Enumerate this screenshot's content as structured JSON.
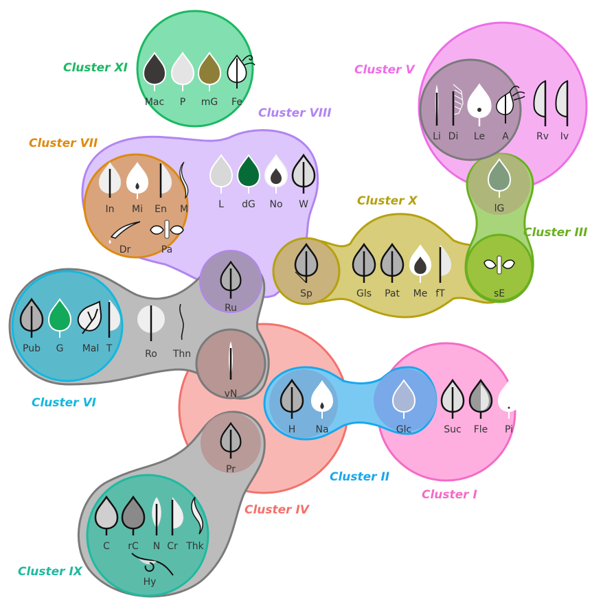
{
  "colors": {
    "c1": "#f36cc4",
    "c1_fill": "#ffaee0",
    "c2": "#18a8ec",
    "c2_fill": "#7ac9f2",
    "c3": "#6aaf1f",
    "c3_fill": "#a8d57a",
    "c4": "#f3716b",
    "c4_fill": "#f9b7b3",
    "c5": "#ee6de6",
    "c5_fill": "#f6b0f2",
    "c6": "#13b7de",
    "c6_fill": "#5bb9cc",
    "c7": "#dd8a12",
    "c7_fill": "#d9a47c",
    "c8": "#b184f2",
    "c8_fill": "#dcc6fb",
    "c9": "#1fb9a0",
    "c9_fill": "#5cbcaa",
    "c10": "#b5a110",
    "c10_fill": "#d8cd7a",
    "c11": "#1bb862",
    "c11_fill": "#82dfb0",
    "grey_fill": "#bcbcbc",
    "grey_stroke": "#7a7a7a"
  },
  "clusters": [
    {
      "id": "I",
      "label": "Cluster I",
      "items": [
        "Suc",
        "Fle",
        "Pi"
      ]
    },
    {
      "id": "II",
      "label": "Cluster II",
      "items": [
        "H",
        "Na",
        "Glc"
      ]
    },
    {
      "id": "III",
      "label": "Cluster III",
      "items": [
        "lG",
        "sE"
      ]
    },
    {
      "id": "IV",
      "label": "Cluster IV",
      "items": [
        "vN",
        "Pr"
      ]
    },
    {
      "id": "V",
      "label": "Cluster V",
      "items": [
        "Li",
        "Di",
        "Le",
        "A",
        "Rv",
        "Iv"
      ]
    },
    {
      "id": "VI",
      "label": "Cluster VI",
      "items": [
        "Pub",
        "G",
        "Mal",
        "T",
        "Ro",
        "Thn"
      ]
    },
    {
      "id": "VII",
      "label": "Cluster VII",
      "items": [
        "In",
        "Mi",
        "En",
        "M",
        "Dr",
        "Pa"
      ]
    },
    {
      "id": "VIII",
      "label": "Cluster VIII",
      "items": [
        "L",
        "dG",
        "No",
        "W",
        "Ru"
      ]
    },
    {
      "id": "IX",
      "label": "Cluster IX",
      "items": [
        "C",
        "rC",
        "N",
        "Cr",
        "Thk",
        "Hy"
      ]
    },
    {
      "id": "X",
      "label": "Cluster X",
      "items": [
        "Sp",
        "Gls",
        "Pat",
        "Me",
        "fT"
      ]
    },
    {
      "id": "XI",
      "label": "Cluster XI",
      "items": [
        "Mac",
        "P",
        "mG",
        "Fe"
      ]
    }
  ],
  "traits": {
    "Mac": "Mac",
    "P": "P",
    "mG": "mG",
    "Fe": "Fe",
    "Li": "Li",
    "Di": "Di",
    "Le": "Le",
    "A": "A",
    "Rv": "Rv",
    "Iv": "Iv",
    "In": "In",
    "Mi": "Mi",
    "En": "En",
    "M": "M",
    "Dr": "Dr",
    "Pa": "Pa",
    "L": "L",
    "dG": "dG",
    "No": "No",
    "W": "W",
    "lG": "lG",
    "sE": "sE",
    "Sp": "Sp",
    "Gls": "Gls",
    "Pat": "Pat",
    "Me": "Me",
    "fT": "fT",
    "Pub": "Pub",
    "G": "G",
    "Mal": "Mal",
    "T": "T",
    "Ro": "Ro",
    "Thn": "Thn",
    "Ru": "Ru",
    "vN": "vN",
    "Pr": "Pr",
    "H": "H",
    "Na": "Na",
    "Glc": "Glc",
    "Suc": "Suc",
    "Fle": "Fle",
    "Pi": "Pi",
    "C": "C",
    "rC": "rC",
    "N": "N",
    "Cr": "Cr",
    "Thk": "Thk",
    "Hy": "Hy"
  }
}
